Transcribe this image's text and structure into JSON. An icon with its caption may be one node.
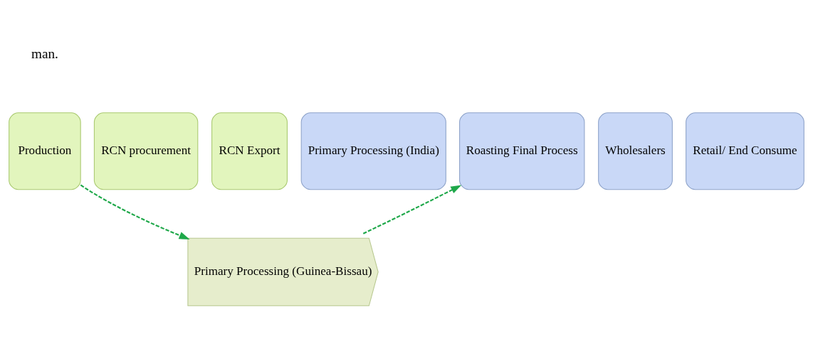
{
  "diagram": {
    "nodes": [
      {
        "text": [
          "Production"
        ]
      },
      {
        "text": [
          "RCN procurement"
        ]
      },
      {
        "text": [
          "RCN Export"
        ]
      },
      {
        "text": [
          "Primary Processing (India)"
        ]
      },
      {
        "text": [
          "Roasting Final Process"
        ]
      },
      {
        "text": [
          "Wholesalers"
        ]
      },
      {
        "text": [
          "Retail/ End Consume"
        ]
      },
      {
        "text": [
          "Primary Processing (Guinea-Bissau)"
        ]
      }
    ],
    "edges": [
      {
        "from": 0,
        "to": 7,
        "arrow": "to",
        "style": "dashed",
        "color": "#1fa84a"
      },
      {
        "from": 7,
        "to": 4,
        "arrow": "to",
        "style": "dashed",
        "color": "#1fa84a"
      }
    ],
    "labels": [
      "man."
    ]
  }
}
